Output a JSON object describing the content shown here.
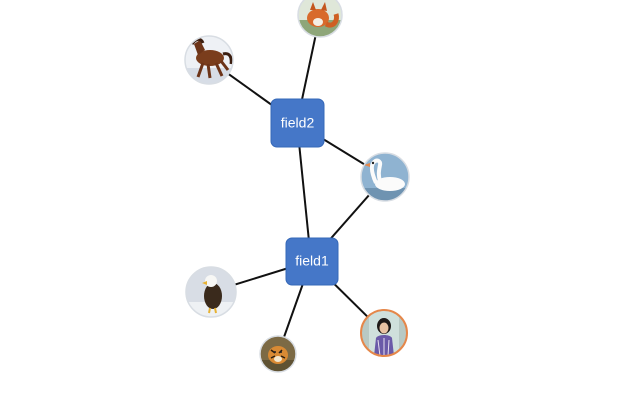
{
  "colors": {
    "box_fill": "#4577c8",
    "edge": "#111111",
    "label_text": "#ffffff",
    "highlight_border": "#e5874a"
  },
  "boxes": [
    {
      "id": "field2",
      "label": "field2"
    },
    {
      "id": "field1",
      "label": "field1"
    }
  ],
  "images": [
    {
      "id": "fox",
      "icon": "fox-photo-icon"
    },
    {
      "id": "horse",
      "icon": "horse-photo-icon"
    },
    {
      "id": "swan",
      "icon": "swan-photo-icon"
    },
    {
      "id": "eagle",
      "icon": "eagle-photo-icon"
    },
    {
      "id": "tiger",
      "icon": "tiger-photo-icon"
    },
    {
      "id": "person",
      "icon": "person-photo-icon"
    }
  ],
  "edges": [
    {
      "from": "field2",
      "to": "fox"
    },
    {
      "from": "field2",
      "to": "horse"
    },
    {
      "from": "field2",
      "to": "swan"
    },
    {
      "from": "field2",
      "to": "field1"
    },
    {
      "from": "field1",
      "to": "swan"
    },
    {
      "from": "field1",
      "to": "eagle"
    },
    {
      "from": "field1",
      "to": "tiger"
    },
    {
      "from": "field1",
      "to": "person"
    }
  ]
}
